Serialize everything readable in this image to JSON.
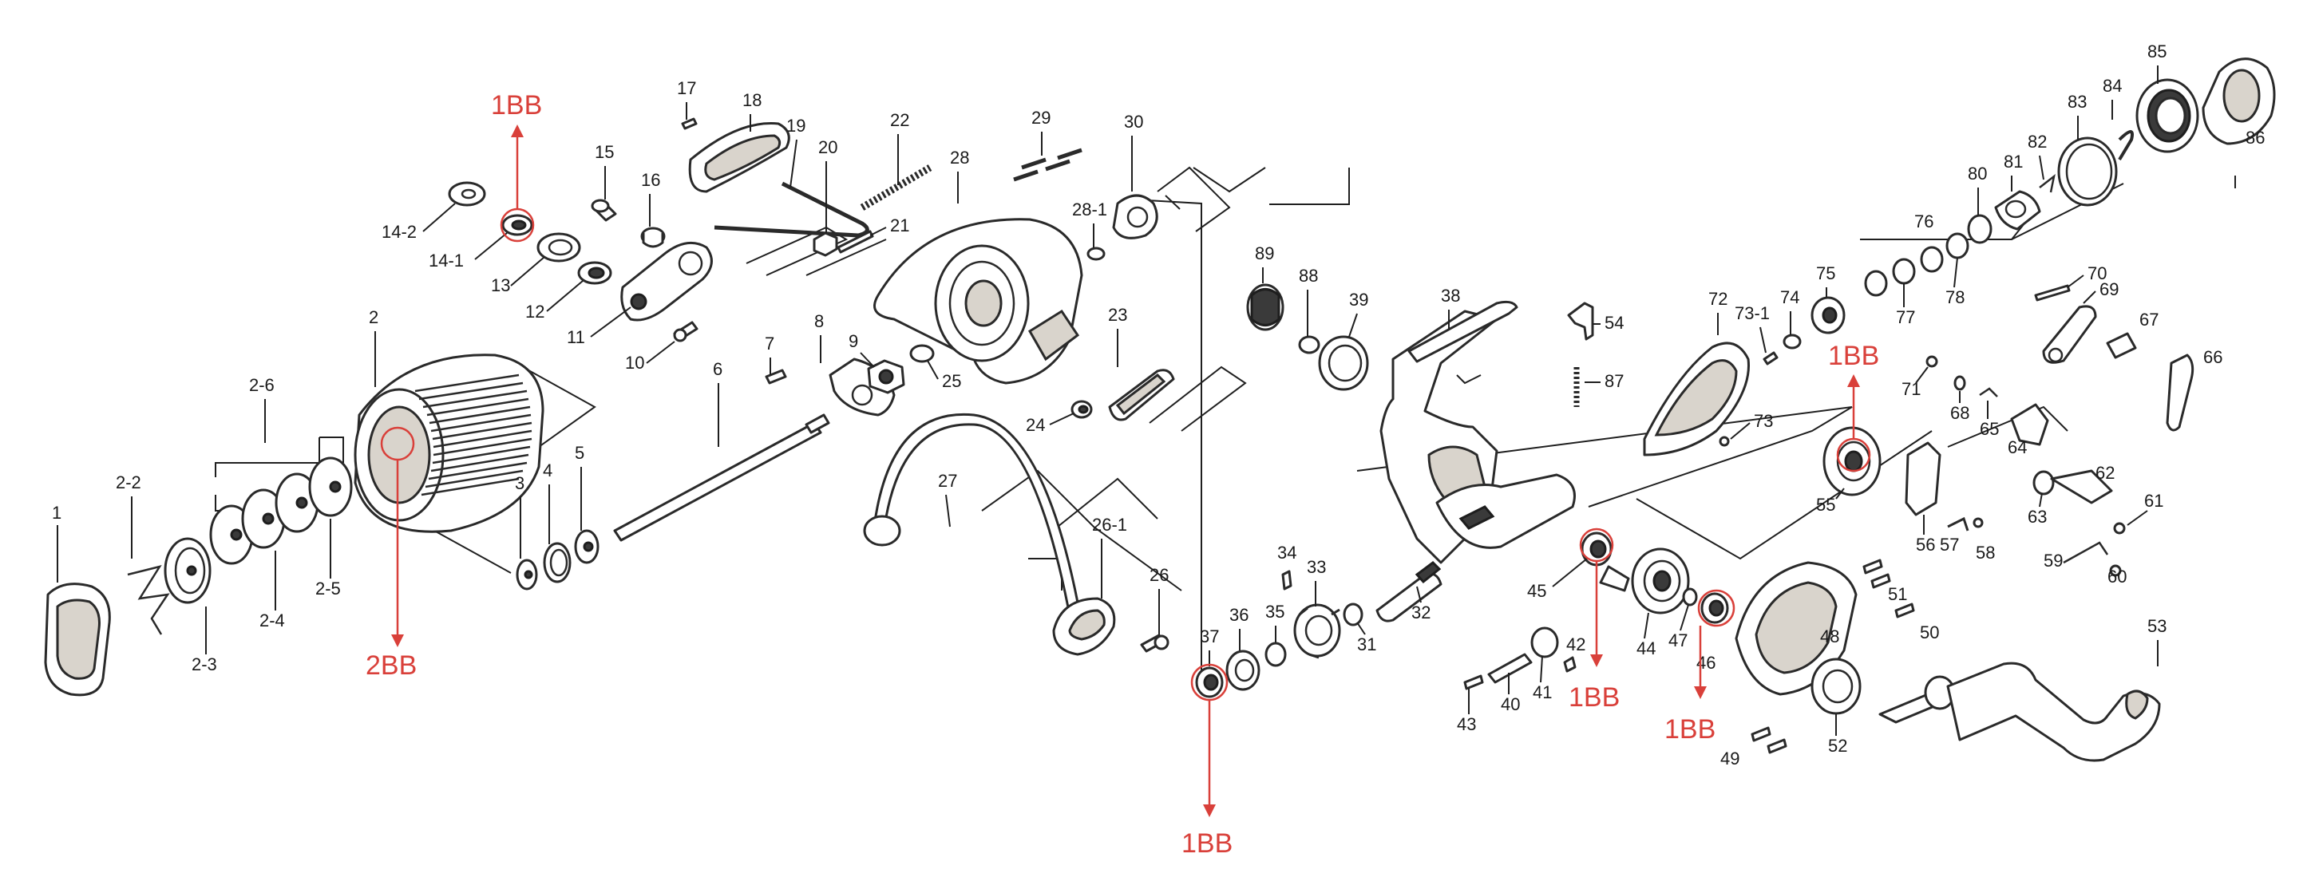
{
  "diagram": {
    "part_labels": {
      "p1": "1",
      "p2": "2",
      "p2_2": "2-2",
      "p2_3": "2-3",
      "p2_4": "2-4",
      "p2_5": "2-5",
      "p2_6": "2-6",
      "p3": "3",
      "p4": "4",
      "p5": "5",
      "p6": "6",
      "p7": "7",
      "p8": "8",
      "p9": "9",
      "p10": "10",
      "p11": "11",
      "p12": "12",
      "p13": "13",
      "p14_1": "14-1",
      "p14_2": "14-2",
      "p15": "15",
      "p16": "16",
      "p17": "17",
      "p18": "18",
      "p19": "19",
      "p20": "20",
      "p21": "21",
      "p22": "22",
      "p23": "23",
      "p24": "24",
      "p25": "25",
      "p26": "26",
      "p26_1": "26-1",
      "p27": "27",
      "p28": "28",
      "p28_1": "28-1",
      "p29": "29",
      "p30": "30",
      "p31": "31",
      "p32": "32",
      "p33": "33",
      "p34": "34",
      "p35": "35",
      "p36": "36",
      "p37": "37",
      "p38": "38",
      "p39": "39",
      "p40": "40",
      "p41": "41",
      "p42": "42",
      "p43": "43",
      "p44": "44",
      "p45": "45",
      "p46": "46",
      "p47": "47",
      "p48": "48",
      "p49": "49",
      "p50": "50",
      "p51": "51",
      "p52": "52",
      "p53": "53",
      "p54": "54",
      "p55": "55",
      "p56": "56",
      "p57": "57",
      "p58": "58",
      "p59": "59",
      "p60": "60",
      "p61": "61",
      "p62": "62",
      "p63": "63",
      "p64": "64",
      "p65": "65",
      "p66": "66",
      "p67": "67",
      "p68": "68",
      "p69": "69",
      "p70": "70",
      "p71": "71",
      "p72": "72",
      "p73": "73",
      "p73_1": "73-1",
      "p74": "74",
      "p75": "75",
      "p76": "76",
      "p77": "77",
      "p78": "78",
      "p80": "80",
      "p81": "81",
      "p82": "82",
      "p83": "83",
      "p84": "84",
      "p85": "85",
      "p86": "86",
      "p87": "87",
      "p88": "88",
      "p89": "89"
    },
    "bearing_callouts": {
      "top_left": "1BB",
      "spool": "2BB",
      "bottom_center": "1BB",
      "body_left": "1BB",
      "body_right": "1BB",
      "right_gear": "1BB"
    },
    "colors": {
      "callout": "#d9403a",
      "line": "#2a2a2a",
      "shade": "#d9d4cc"
    }
  }
}
